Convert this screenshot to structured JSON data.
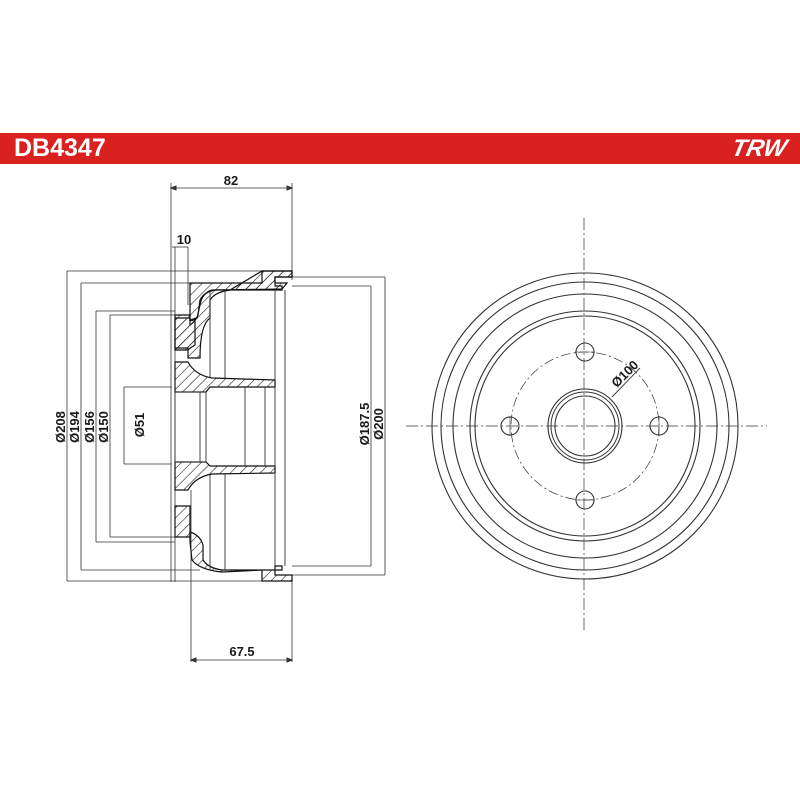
{
  "header": {
    "part_number": "DB4347",
    "brand": "TRW",
    "bar_color": "#d9211f"
  },
  "side_view": {
    "dimensions": {
      "overall_width": "82",
      "flange_thickness": "10",
      "mounting_depth": "67.5",
      "outer_diameter": "Ø208",
      "flange_diameter": "Ø194",
      "step_diameter_1": "Ø156",
      "step_diameter_2": "Ø150",
      "center_bore": "Ø51",
      "drum_inner_diameter": "Ø187.5",
      "drum_outer_diameter": "Ø200"
    }
  },
  "front_view": {
    "pitch_circle_diameter": "Ø100",
    "bolt_holes": 4
  }
}
